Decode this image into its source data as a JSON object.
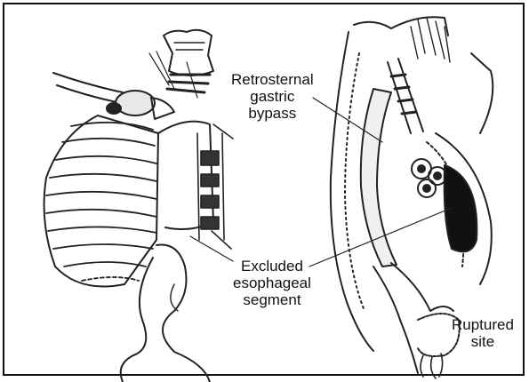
{
  "labels": {
    "retrosternal": [
      "Retrosternal",
      "gastric",
      "bypass"
    ],
    "excluded": [
      "Excluded",
      "esophageal",
      "segment"
    ],
    "ruptured": [
      "Ruptured",
      "site"
    ]
  }
}
